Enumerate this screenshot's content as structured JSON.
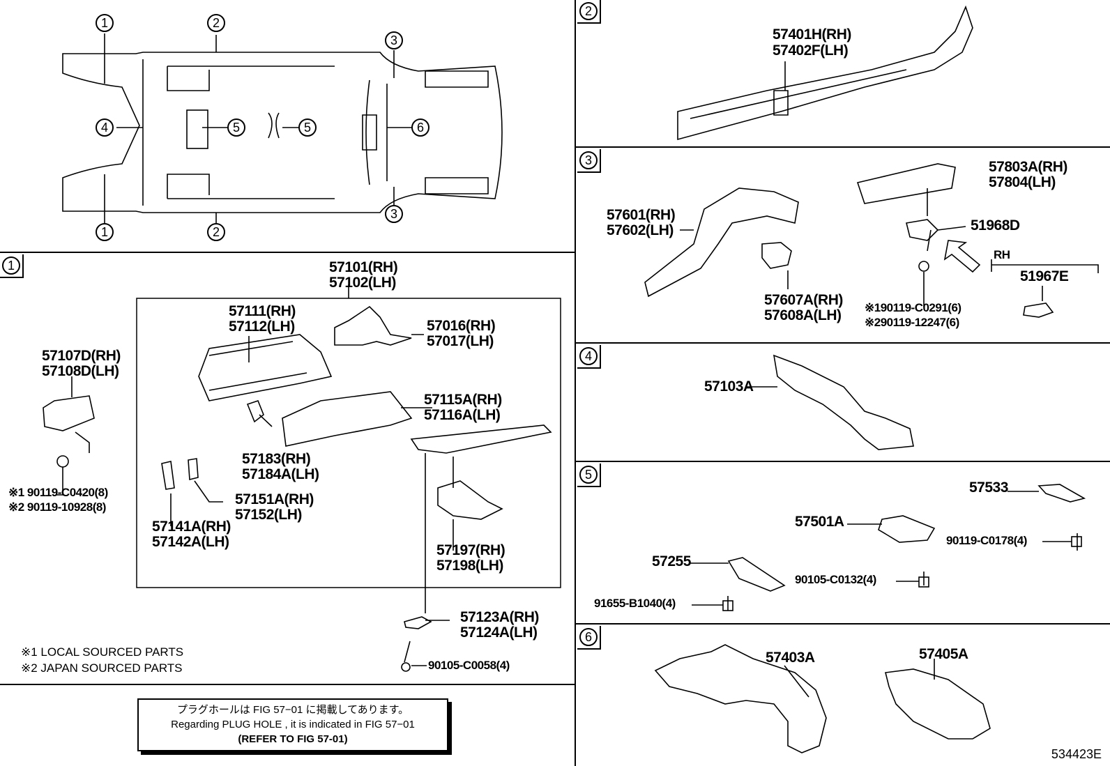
{
  "overview": {
    "markers": [
      "1",
      "2",
      "3",
      "4",
      "5",
      "6"
    ]
  },
  "sections": {
    "s1": {
      "number": "1"
    },
    "s2": {
      "number": "2"
    },
    "s3": {
      "number": "3"
    },
    "s4": {
      "number": "4"
    },
    "s5": {
      "number": "5"
    },
    "s6": {
      "number": "6"
    }
  },
  "parts": {
    "p57101": "57101(RH)",
    "p57102": "57102(LH)",
    "p57111": "57111(RH)",
    "p57112": "57112(LH)",
    "p57016": "57016(RH)",
    "p57017": "57017(LH)",
    "p57107": "57107D(RH)",
    "p57108": "57108D(LH)",
    "p57115": "57115A(RH)",
    "p57116": "57116A(LH)",
    "p57183": "57183(RH)",
    "p57184": "57184A(LH)",
    "p57151": "57151A(RH)",
    "p57152": "57152(LH)",
    "p57141": "57141A(RH)",
    "p57142": "57142A(LH)",
    "p57197": "57197(RH)",
    "p57198": "57198(LH)",
    "p57123": "57123A(RH)",
    "p57124": "57124A(LH)",
    "f90119a": "※1 90119-C0420(8)",
    "f90119b": "※2 90119-10928(8)",
    "f90105a": "90105-C0058(4)",
    "p57401": "57401H(RH)",
    "p57402": "57402F(LH)",
    "p57803": "57803A(RH)",
    "p57804": "57804(LH)",
    "p57601": "57601(RH)",
    "p57602": "57602(LH)",
    "p51968": "51968D",
    "rh": "RH",
    "p51967": "51967E",
    "p57607": "57607A(RH)",
    "p57608": "57608A(LH)",
    "f190119": "※190119-C0291(6)",
    "f290119": "※290119-12247(6)",
    "p57103": "57103A",
    "p57533": "57533",
    "p57501": "57501A",
    "p57255": "57255",
    "f90119c": "90119-C0178(4)",
    "f90105b": "90105-C0132(4)",
    "f91655": "91655-B1040(4)",
    "p57403": "57403A",
    "p57405": "57405A"
  },
  "notes": {
    "local": "※1 LOCAL SOURCED PARTS",
    "japan": "※2 JAPAN SOURCED PARTS"
  },
  "notice": {
    "jp": "プラグホールは FIG 57−01 に掲載してあります。",
    "en": "Regarding PLUG HOLE , it is indicated in FIG 57−01",
    "ref": "(REFER TO FIG 57-01)"
  },
  "illustration_code": "534423E"
}
